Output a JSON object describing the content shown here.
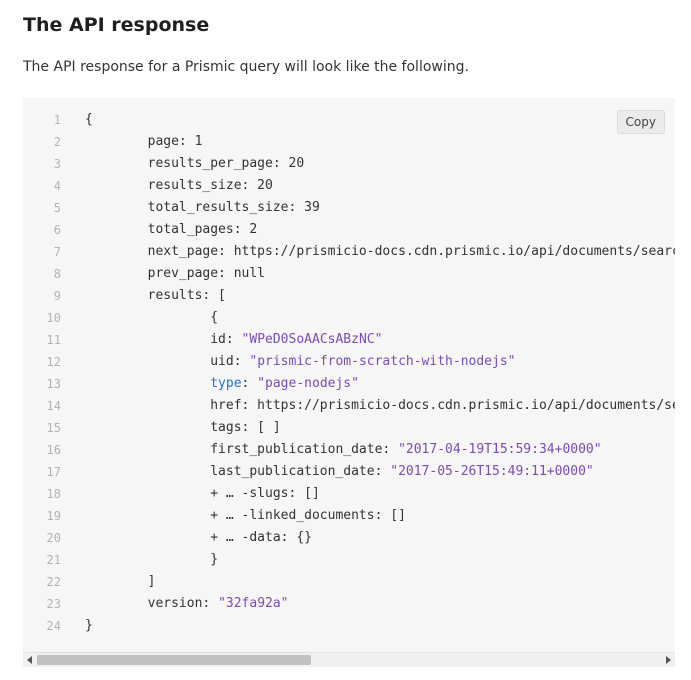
{
  "heading": "The API response",
  "intro": "The API response for a Prismic query will look like the following.",
  "copy_label": "Copy",
  "code_lines": [
    {
      "n": "1",
      "t": "{"
    },
    {
      "n": "2",
      "t": "        page: 1"
    },
    {
      "n": "3",
      "t": "        results_per_page: 20"
    },
    {
      "n": "4",
      "t": "        results_size: 20"
    },
    {
      "n": "5",
      "t": "        total_results_size: 39"
    },
    {
      "n": "6",
      "t": "        total_pages: 2"
    },
    {
      "n": "7",
      "t": "        next_page: https://prismicio-docs.cdn.prismic.io/api/documents/searc"
    },
    {
      "n": "8",
      "t": "        prev_page: null"
    },
    {
      "n": "9",
      "t": "        results: ["
    },
    {
      "n": "10",
      "t": "                {"
    },
    {
      "n": "11",
      "t": "                id: ",
      "s": "\"WPeD0SoAACsABzNC\""
    },
    {
      "n": "12",
      "t": "                uid: ",
      "s": "\"prismic-from-scratch-with-nodejs\""
    },
    {
      "n": "13",
      "t": "                ",
      "k": "type",
      "t2": ": ",
      "s": "\"page-nodejs\""
    },
    {
      "n": "14",
      "t": "                href: https://prismicio-docs.cdn.prismic.io/api/documents/se"
    },
    {
      "n": "15",
      "t": "                tags: [ ]"
    },
    {
      "n": "16",
      "t": "                first_publication_date: ",
      "s": "\"2017-04-19T15:59:34+0000\""
    },
    {
      "n": "17",
      "t": "                last_publication_date: ",
      "s": "\"2017-05-26T15:49:11+0000\""
    },
    {
      "n": "18",
      "t": "                + … -slugs: []"
    },
    {
      "n": "19",
      "t": "                + … -linked_documents: []"
    },
    {
      "n": "20",
      "t": "                + … -data: {}"
    },
    {
      "n": "21",
      "t": "                }"
    },
    {
      "n": "22",
      "t": "        ]"
    },
    {
      "n": "23",
      "t": "        version: ",
      "s": "\"32fa92a\""
    },
    {
      "n": "24",
      "t": "}"
    }
  ],
  "scroll_position": 0.0
}
